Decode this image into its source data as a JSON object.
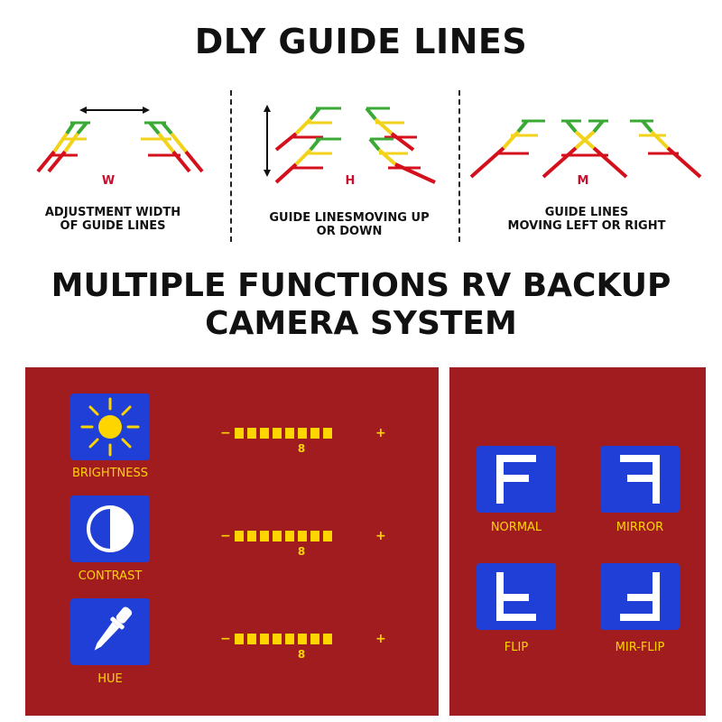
{
  "top": {
    "title": "DLY GUIDE LINES",
    "panels": [
      {
        "letter": "W",
        "caption_line1": "ADJUSTMENT WIDTH",
        "caption_line2": "OF GUIDE LINES"
      },
      {
        "letter": "H",
        "caption_line1": "GUIDE LINESMOVING UP",
        "caption_line2": "OR DOWN"
      },
      {
        "letter": "M",
        "caption_line1": "GUIDE LINES",
        "caption_line2": "MOVING LEFT OR RIGHT"
      }
    ]
  },
  "middle": {
    "title_line1": "MULTIPLE FUNCTIONS RV BACKUP",
    "title_line2": "CAMERA SYSTEM"
  },
  "adjust": {
    "items": [
      {
        "label": "BRIGHTNESS",
        "icon": "sun-icon",
        "level": 8,
        "level_text": "8",
        "minus": "−",
        "plus": "+"
      },
      {
        "label": "CONTRAST",
        "icon": "contrast-icon",
        "level": 8,
        "level_text": "8",
        "minus": "−",
        "plus": "+"
      },
      {
        "label": "HUE",
        "icon": "dropper-icon",
        "level": 8,
        "level_text": "8",
        "minus": "−",
        "plus": "+"
      }
    ]
  },
  "modes": {
    "items": [
      {
        "label": "NORMAL",
        "icon": "f-normal-icon"
      },
      {
        "label": "MIRROR",
        "icon": "f-mirror-icon"
      },
      {
        "label": "FLIP",
        "icon": "f-flip-icon"
      },
      {
        "label": "MIR-FLIP",
        "icon": "f-mirflip-icon"
      }
    ]
  },
  "colors": {
    "panel_red": "#a01c1f",
    "tile_blue": "#1f3fd6",
    "label_yellow": "#ffd500",
    "guide_red": "#d4101c",
    "guide_yellow": "#f2d21a",
    "guide_green": "#3aa935",
    "letter_red": "#c8102e"
  }
}
